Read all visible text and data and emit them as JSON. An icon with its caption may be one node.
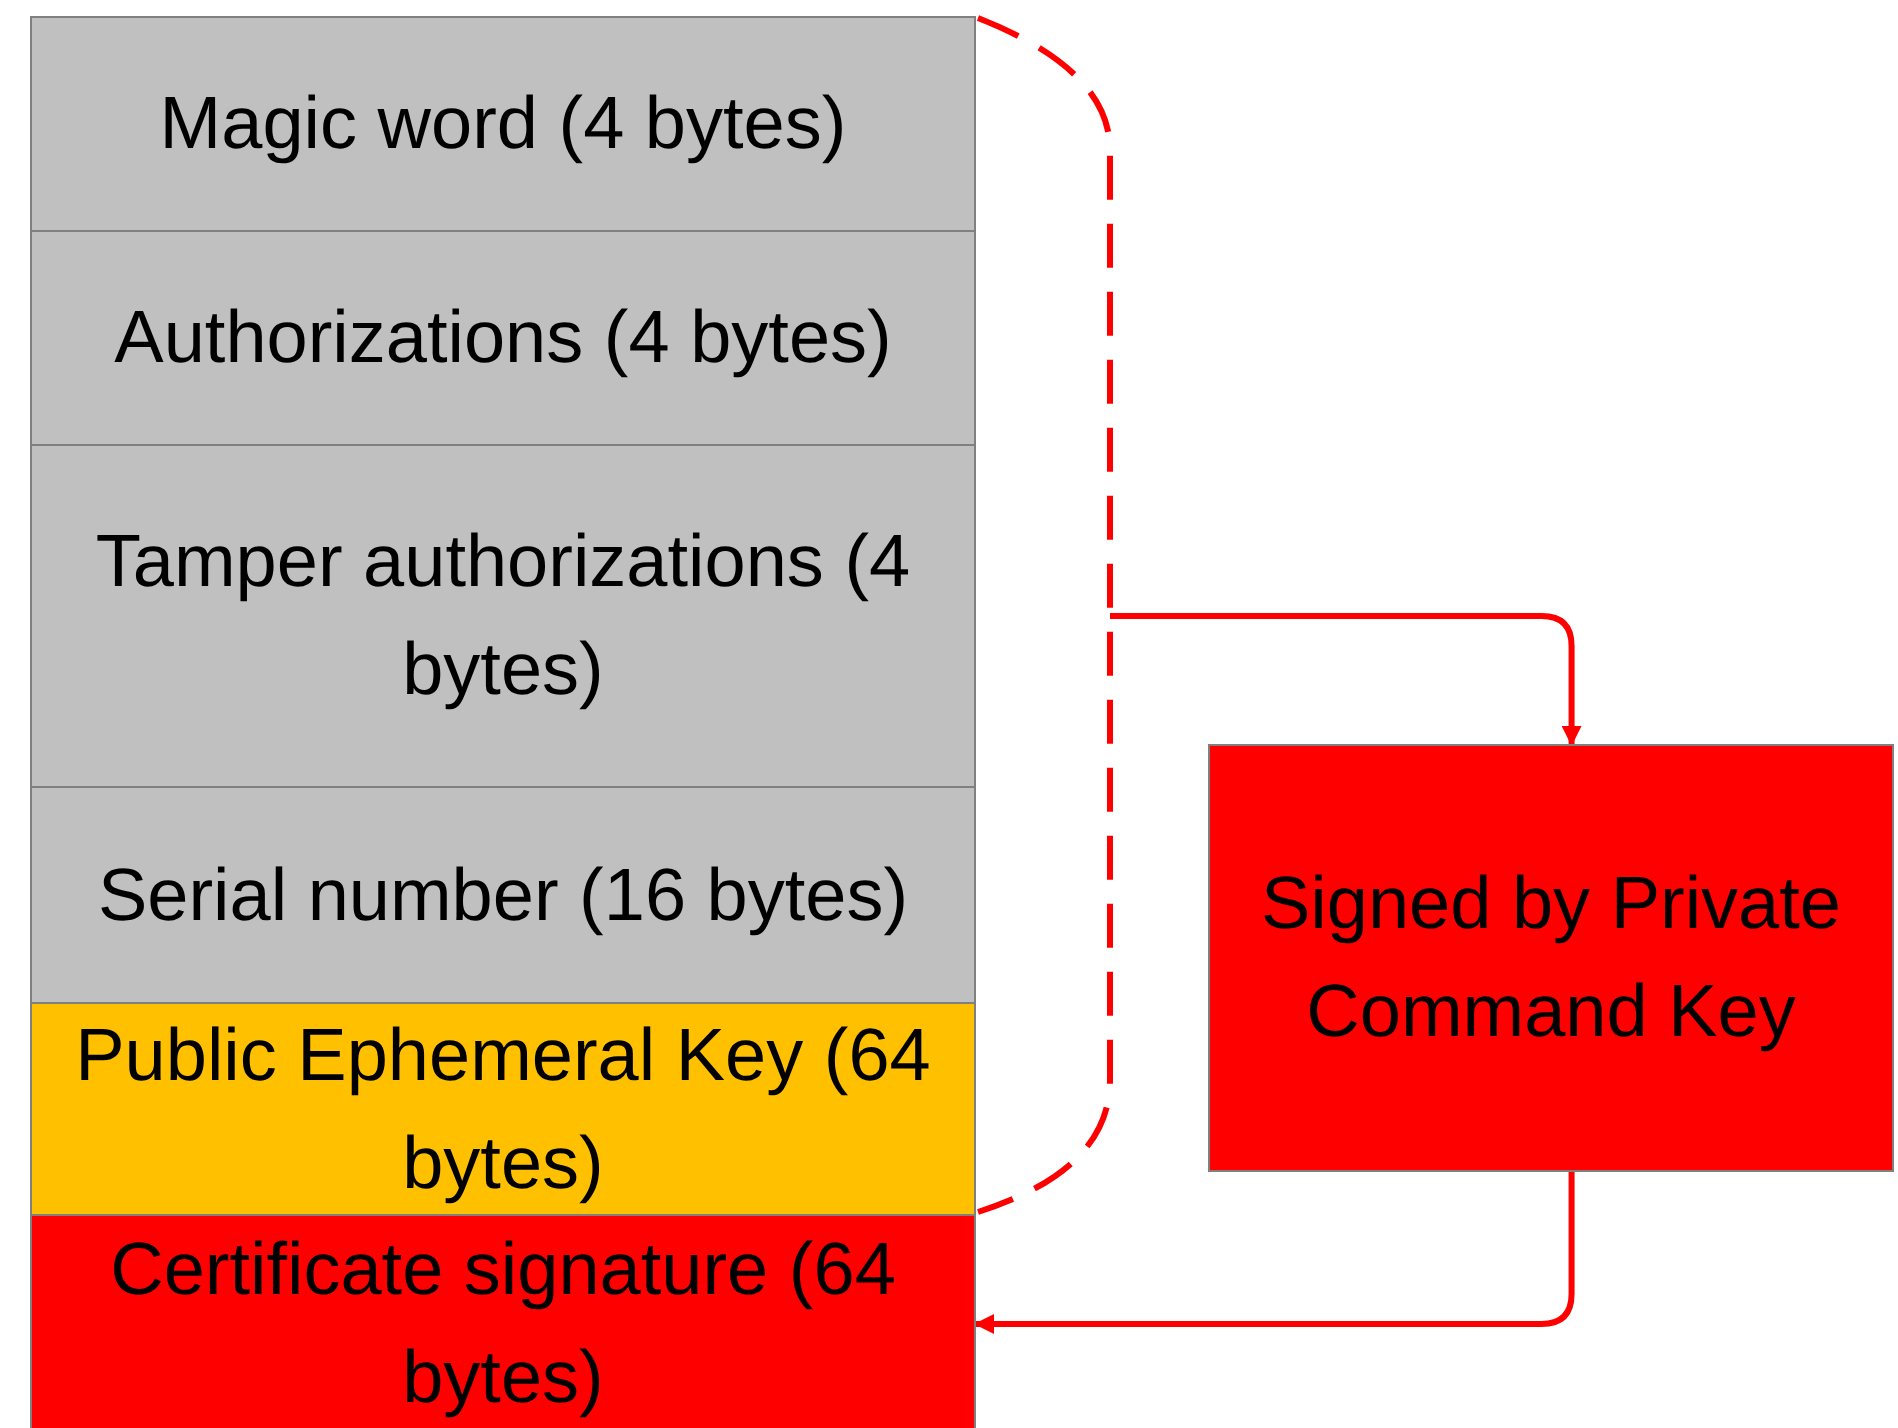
{
  "diagram": {
    "nodes": [
      {
        "text": [
          "Magic word (4 bytes)"
        ]
      },
      {
        "text": [
          "Authorizations (4 bytes)"
        ]
      },
      {
        "text": [
          "Tamper authorizations (4 bytes)"
        ]
      },
      {
        "text": [
          "Serial number (16 bytes)"
        ]
      },
      {
        "text": [
          "Public Ephemeral Key (64 bytes)"
        ]
      },
      {
        "text": [
          "Certificate signature (64 bytes)"
        ]
      },
      {
        "text": [
          "Signed by Private Command Key"
        ]
      }
    ],
    "edges": [
      {
        "from": null,
        "to": 6,
        "arrow": "to"
      },
      {
        "from": 6,
        "to": 5,
        "arrow": "to"
      }
    ]
  }
}
